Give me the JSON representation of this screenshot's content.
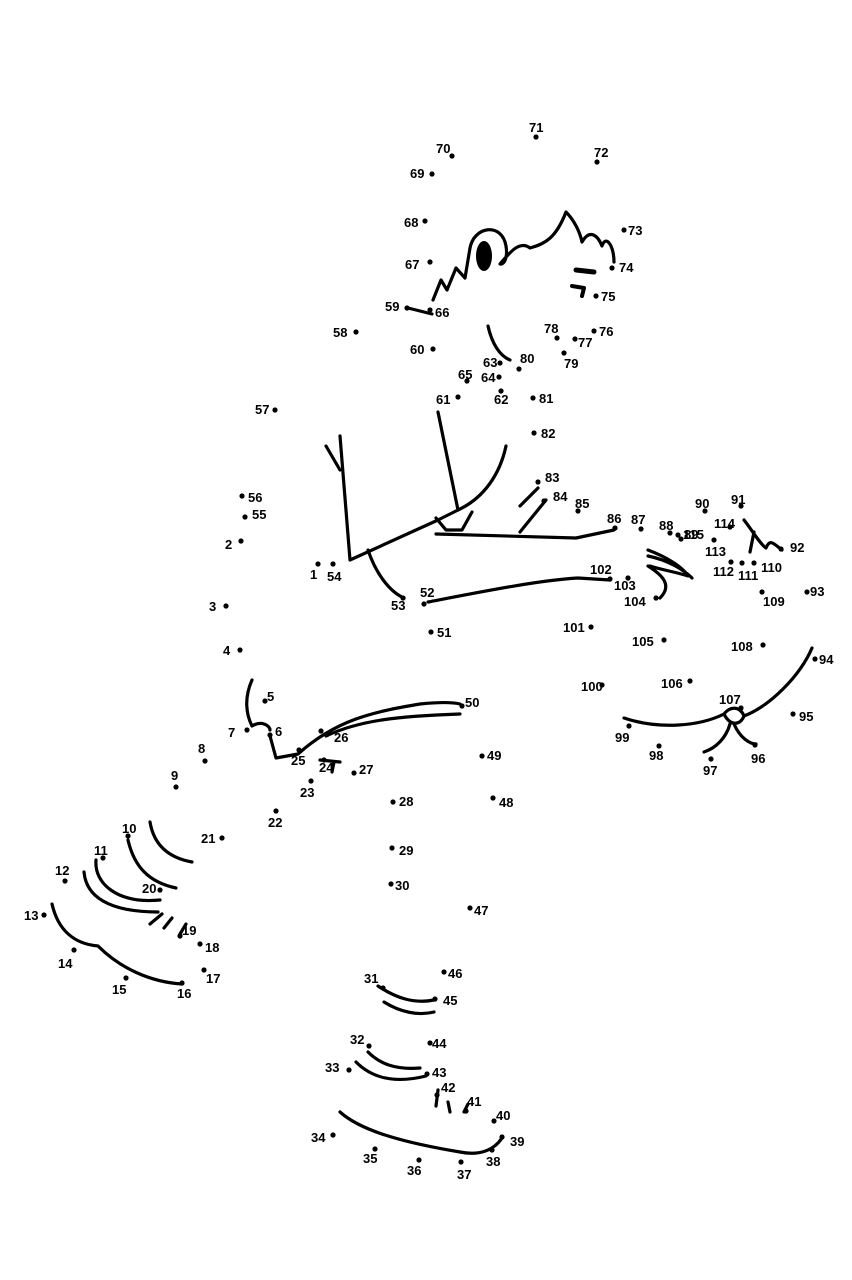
{
  "title": "",
  "dots": [
    {
      "n": "1"
    },
    {
      "n": "2"
    },
    {
      "n": "3"
    },
    {
      "n": "4"
    },
    {
      "n": "5"
    },
    {
      "n": "6"
    },
    {
      "n": "7"
    },
    {
      "n": "8"
    },
    {
      "n": "9"
    },
    {
      "n": "10"
    },
    {
      "n": "11"
    },
    {
      "n": "12"
    },
    {
      "n": "13"
    },
    {
      "n": "14"
    },
    {
      "n": "15"
    },
    {
      "n": "16"
    },
    {
      "n": "17"
    },
    {
      "n": "18"
    },
    {
      "n": "19"
    },
    {
      "n": "20"
    },
    {
      "n": "21"
    },
    {
      "n": "22"
    },
    {
      "n": "23"
    },
    {
      "n": "24"
    },
    {
      "n": "25"
    },
    {
      "n": "26"
    },
    {
      "n": "27"
    },
    {
      "n": "28"
    },
    {
      "n": "29"
    },
    {
      "n": "30"
    },
    {
      "n": "31"
    },
    {
      "n": "32"
    },
    {
      "n": "33"
    },
    {
      "n": "34"
    },
    {
      "n": "35"
    },
    {
      "n": "36"
    },
    {
      "n": "37"
    },
    {
      "n": "38"
    },
    {
      "n": "39"
    },
    {
      "n": "40"
    },
    {
      "n": "41"
    },
    {
      "n": "42"
    },
    {
      "n": "43"
    },
    {
      "n": "44"
    },
    {
      "n": "45"
    },
    {
      "n": "46"
    },
    {
      "n": "47"
    },
    {
      "n": "48"
    },
    {
      "n": "49"
    },
    {
      "n": "50"
    },
    {
      "n": "51"
    },
    {
      "n": "52"
    },
    {
      "n": "53"
    },
    {
      "n": "54"
    },
    {
      "n": "55"
    },
    {
      "n": "56"
    },
    {
      "n": "57"
    },
    {
      "n": "58"
    },
    {
      "n": "59"
    },
    {
      "n": "60"
    },
    {
      "n": "61"
    },
    {
      "n": "62"
    },
    {
      "n": "63"
    },
    {
      "n": "64"
    },
    {
      "n": "65"
    },
    {
      "n": "66"
    },
    {
      "n": "67"
    },
    {
      "n": "68"
    },
    {
      "n": "69"
    },
    {
      "n": "70"
    },
    {
      "n": "71"
    },
    {
      "n": "72"
    },
    {
      "n": "73"
    },
    {
      "n": "74"
    },
    {
      "n": "75"
    },
    {
      "n": "76"
    },
    {
      "n": "77"
    },
    {
      "n": "78"
    },
    {
      "n": "79"
    },
    {
      "n": "80"
    },
    {
      "n": "81"
    },
    {
      "n": "82"
    },
    {
      "n": "83"
    },
    {
      "n": "84"
    },
    {
      "n": "85"
    },
    {
      "n": "86"
    },
    {
      "n": "87"
    },
    {
      "n": "88"
    },
    {
      "n": "89"
    },
    {
      "n": "90"
    },
    {
      "n": "91"
    },
    {
      "n": "92"
    },
    {
      "n": "93"
    },
    {
      "n": "94"
    },
    {
      "n": "95"
    },
    {
      "n": "96"
    },
    {
      "n": "97"
    },
    {
      "n": "98"
    },
    {
      "n": "99"
    },
    {
      "n": "100"
    },
    {
      "n": "101"
    },
    {
      "n": "102"
    },
    {
      "n": "103"
    },
    {
      "n": "104"
    },
    {
      "n": "105"
    },
    {
      "n": "106"
    },
    {
      "n": "107"
    },
    {
      "n": "108"
    },
    {
      "n": "109"
    },
    {
      "n": "110"
    },
    {
      "n": "111"
    },
    {
      "n": "112"
    },
    {
      "n": "113"
    },
    {
      "n": "114"
    },
    {
      "n": "115"
    }
  ]
}
